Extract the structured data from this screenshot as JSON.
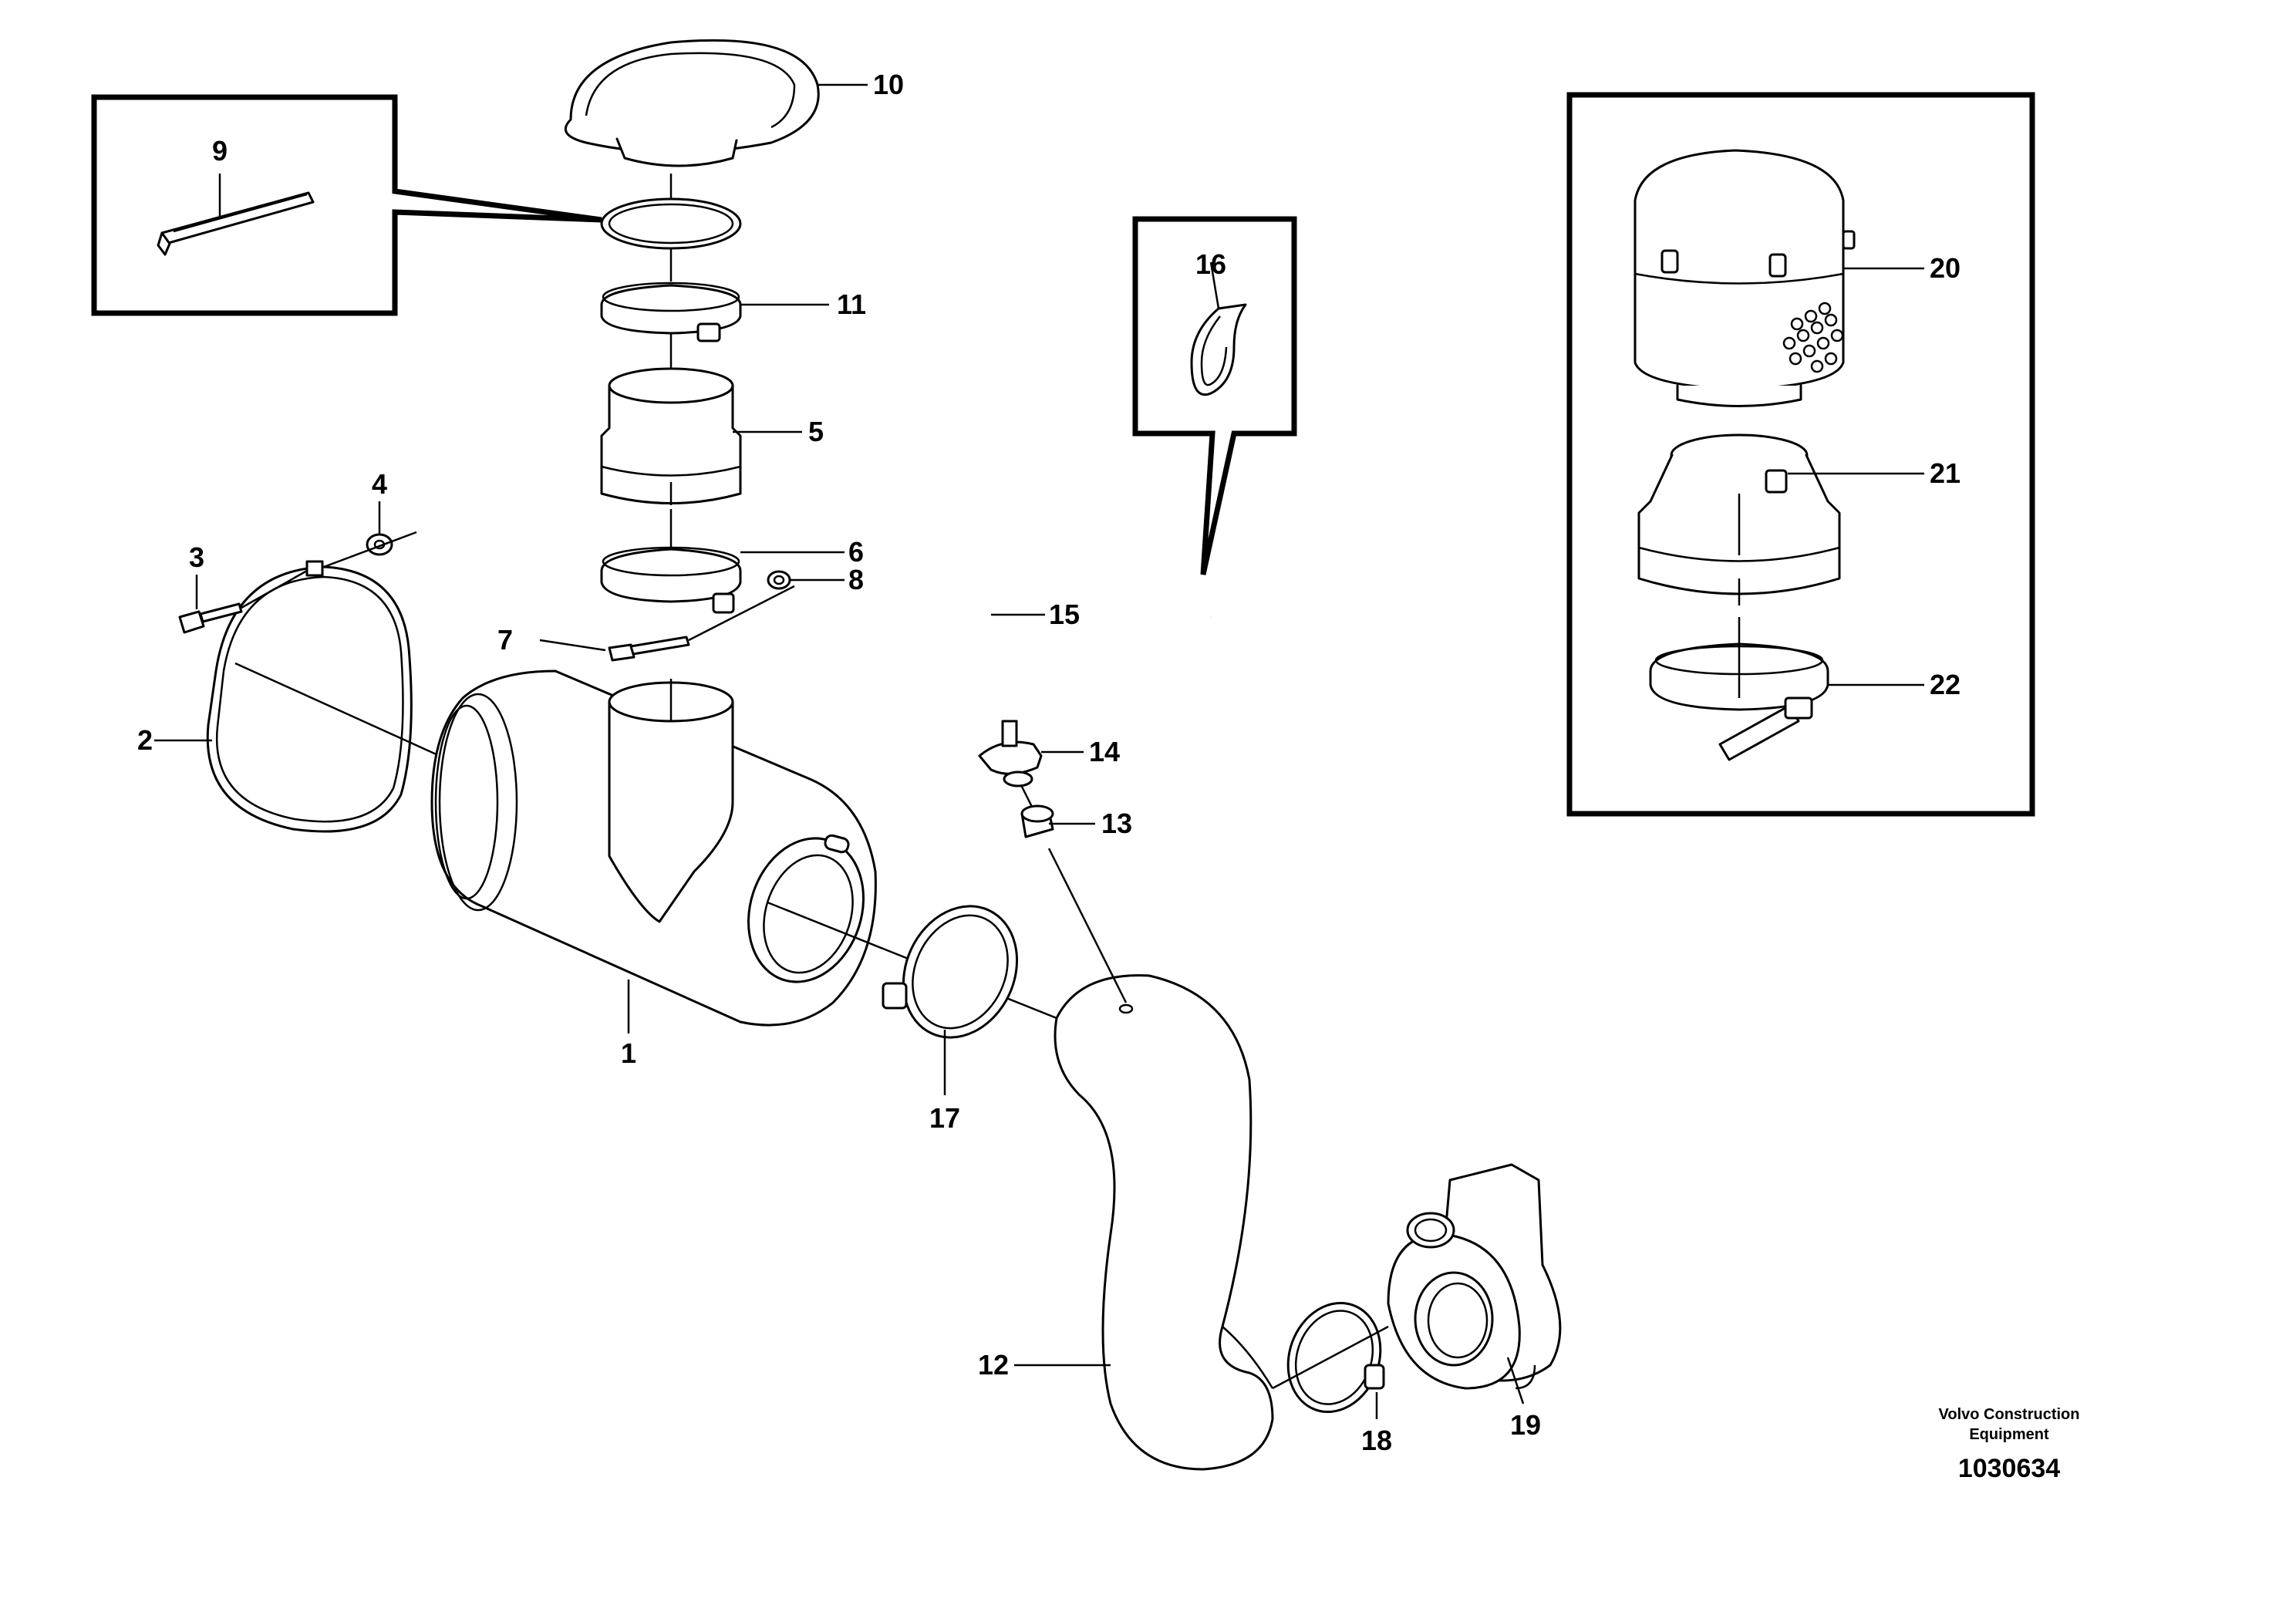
{
  "callouts": {
    "p1": "1",
    "p2": "2",
    "p3": "3",
    "p4": "4",
    "p5": "5",
    "p6": "6",
    "p7": "7",
    "p8": "8",
    "p9": "9",
    "p10": "10",
    "p11": "11",
    "p12": "12",
    "p13": "13",
    "p14": "14",
    "p15": "15",
    "p16": "16",
    "p17": "17",
    "p18": "18",
    "p19": "19",
    "p20": "20",
    "p21": "21",
    "p22": "22"
  },
  "credit": {
    "line1": "Volvo Construction",
    "line2": "Equipment"
  },
  "document_number": "1030634"
}
